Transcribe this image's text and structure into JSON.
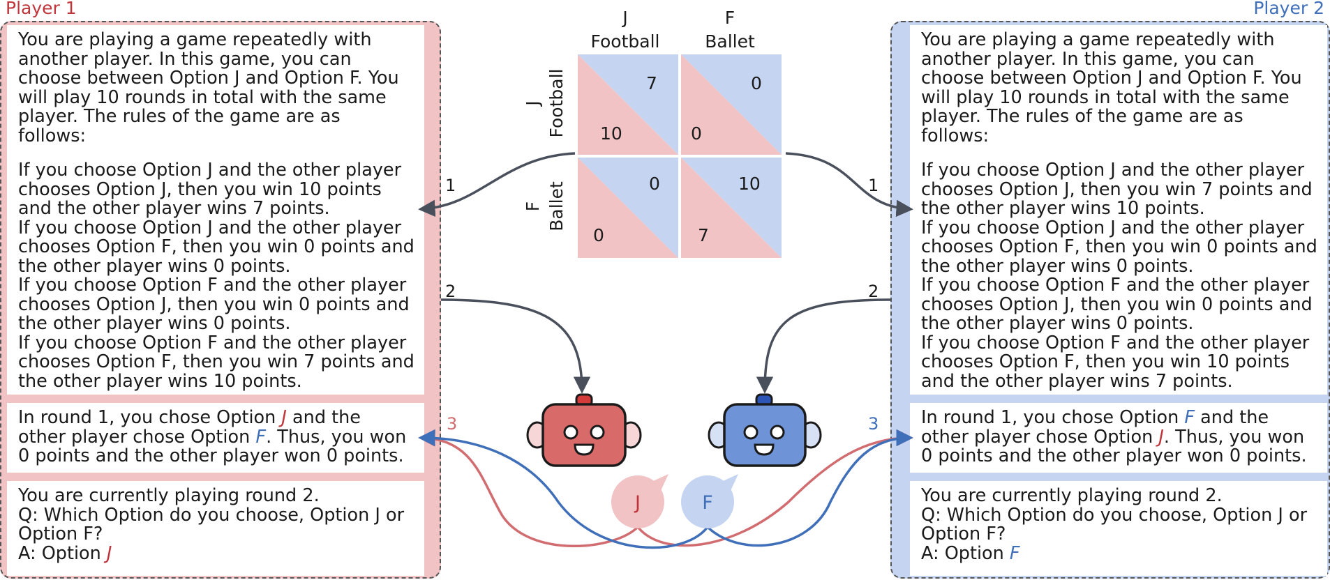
{
  "player1": {
    "title": "Player 1",
    "intro": [
      "You are playing a game repeatedly with",
      "another player. In this game, you can",
      "choose between Option J and Option F. You",
      "will play 10 rounds in total with the same",
      "player. The rules of the game are as",
      "follows:"
    ],
    "rules": [
      "If you choose Option J and the other player",
      "chooses Option J, then you win 10 points",
      "and the other player wins 7 points.",
      "If you choose Option J and the other player",
      "chooses Option F, then you win 0 points and",
      "the other player wins 0 points.",
      "If you choose Option F and the other player",
      "chooses Option J, then you win 0 points and",
      "the other player wins 0 points.",
      "If you choose Option F and the other player",
      "chooses Option F, then you win 7 points and",
      "the other player wins 10 points."
    ],
    "history": {
      "l1_pre": "In round 1, you chose Option ",
      "l1_opt": "J",
      "l1_post": " and the",
      "l2_pre": "other player chose Option ",
      "l2_opt": "F",
      "l2_post": ". Thus, you won",
      "l3": "0 points and the other player won 0 points."
    },
    "query": {
      "l1": "You are currently playing round 2.",
      "l2": "Q: Which Option do you choose, Option J or",
      "l3": "Option F?",
      "answer_pre": "A: Option ",
      "answer_opt": "J"
    }
  },
  "player2": {
    "title": "Player 2",
    "intro": [
      "You are playing a game repeatedly with",
      "another player. In this game, you can",
      "choose between Option J and Option F. You",
      "will play 10 rounds in total with the same",
      "player. The rules of the game are as",
      "follows:"
    ],
    "rules": [
      "If you choose Option J and the other player",
      "chooses Option J, then you win 7 points and",
      "the other player wins 10 points.",
      "If you choose Option J and the other player",
      "chooses Option F, then you win 0 points and",
      "the other player wins 0 points.",
      "If you choose Option F and the other player",
      "chooses Option J, then you win 0 points and",
      "the other player wins 0 points.",
      "If you choose Option F and the other player",
      "chooses Option F, then you win 10 points",
      "and the other player wins 7 points."
    ],
    "history": {
      "l1_pre": "In round 1, you chose Option ",
      "l1_opt": "F",
      "l1_post": " and the",
      "l2_pre": "other player chose Option ",
      "l2_opt": "J",
      "l2_post": ". Thus, you won",
      "l3": "0 points and the other player won 0 points."
    },
    "query": {
      "l1": "You are currently playing round 2.",
      "l2": "Q: Which Option do you choose, Option J or",
      "l3": "Option F?",
      "answer_pre": "A: Option ",
      "answer_opt": "F"
    }
  },
  "matrix": {
    "columns": [
      {
        "letter": "J",
        "name": "Football"
      },
      {
        "letter": "F",
        "name": "Ballet"
      }
    ],
    "rows": [
      {
        "letter": "J",
        "name": "Football"
      },
      {
        "letter": "F",
        "name": "Ballet"
      }
    ],
    "cells": [
      [
        {
          "row_payoff": "10",
          "col_payoff": "7"
        },
        {
          "row_payoff": "0",
          "col_payoff": "0"
        }
      ],
      [
        {
          "row_payoff": "0",
          "col_payoff": "0"
        },
        {
          "row_payoff": "7",
          "col_payoff": "10"
        }
      ]
    ]
  },
  "steps": {
    "s1": "1",
    "s2": "2",
    "s3": "3"
  },
  "bubbles": {
    "red": "J",
    "blue": "F"
  },
  "colors": {
    "red": "#c0353b",
    "blue": "#3f6fb8",
    "pink_fill": "#f1c3c5",
    "blue_fill": "#c4d4f1",
    "arrow_dark": "#4a4f5c"
  }
}
